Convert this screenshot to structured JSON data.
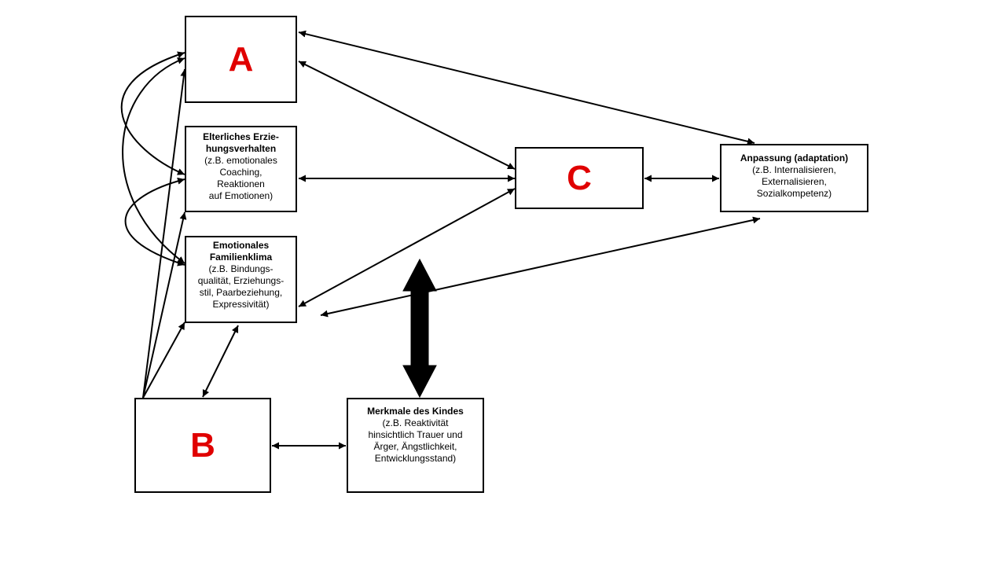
{
  "boxes": {
    "a": {
      "label": "A"
    },
    "b": {
      "label": "B"
    },
    "c": {
      "label": "C"
    },
    "parenting": {
      "title_lines": [
        "Elterliches Erzie-",
        "hungsverhalten"
      ],
      "detail_lines": [
        "(z.B. emotionales",
        "Coaching,",
        "Reaktionen",
        "auf Emotionen)"
      ]
    },
    "climate": {
      "title_lines": [
        "Emotionales",
        "Familienklima"
      ],
      "detail_lines": [
        "(z.B. Bindungs-",
        "qualität, Erziehungs-",
        "stil, Paarbeziehung,",
        "Expressivität)"
      ]
    },
    "adaptation": {
      "title_lines": [
        "Anpassung (adaptation)"
      ],
      "detail_lines": [
        "(z.B. Internalisieren,",
        "Externalisieren,",
        "Sozialkompetenz)"
      ]
    },
    "child": {
      "title_lines": [
        "Merkmale des Kindes"
      ],
      "detail_lines": [
        "(z.B. Reaktivität",
        "hinsichtlich Trauer und",
        "Ärger, Ängstlichkeit,",
        "Entwicklungsstand)"
      ]
    }
  },
  "colors": {
    "letter": "#e00000",
    "line": "#000000"
  }
}
